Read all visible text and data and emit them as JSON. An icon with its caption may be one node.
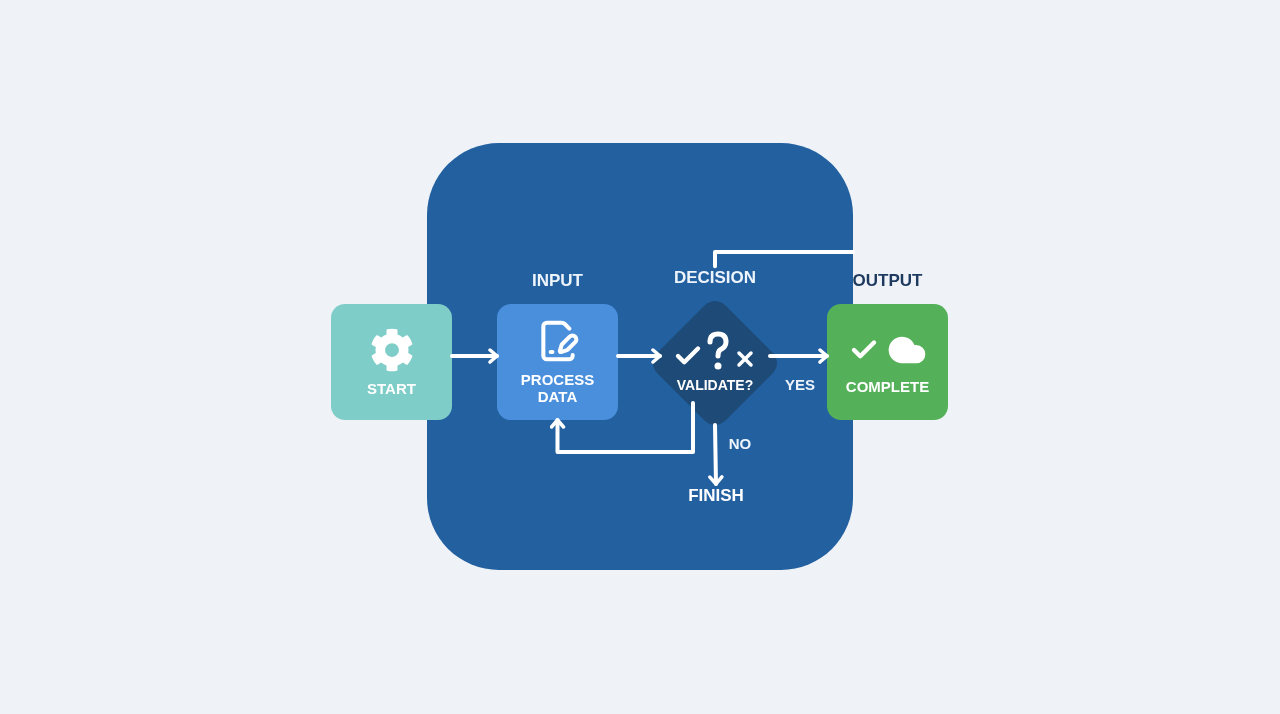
{
  "diagram": {
    "nodes": [
      {
        "text": [],
        "shape": "box"
      },
      {
        "text": [
          "START"
        ]
      },
      {
        "text": [
          "INPUT",
          "PROCESS DATA"
        ],
        "in": 0
      },
      {
        "text": [
          "DECISION",
          "VALIDATE?"
        ],
        "in": 0
      },
      {
        "text": [
          "OUTPUT",
          "COMPLETE"
        ]
      },
      {
        "text": [
          "FINISH"
        ],
        "in": 0
      }
    ],
    "edges": [
      {
        "from": 1,
        "to": 2,
        "arrow": "to"
      },
      {
        "from": 2,
        "to": 3,
        "arrow": "to"
      },
      {
        "from": 3,
        "to": 4,
        "arrow": "to",
        "label": "YES"
      },
      {
        "from": 3,
        "to": 5,
        "arrow": "to",
        "label": "NO"
      },
      {
        "from": 3,
        "to": 2,
        "arrow": "to"
      },
      {
        "from": 3,
        "to": null,
        "arrow": "none"
      }
    ]
  }
}
